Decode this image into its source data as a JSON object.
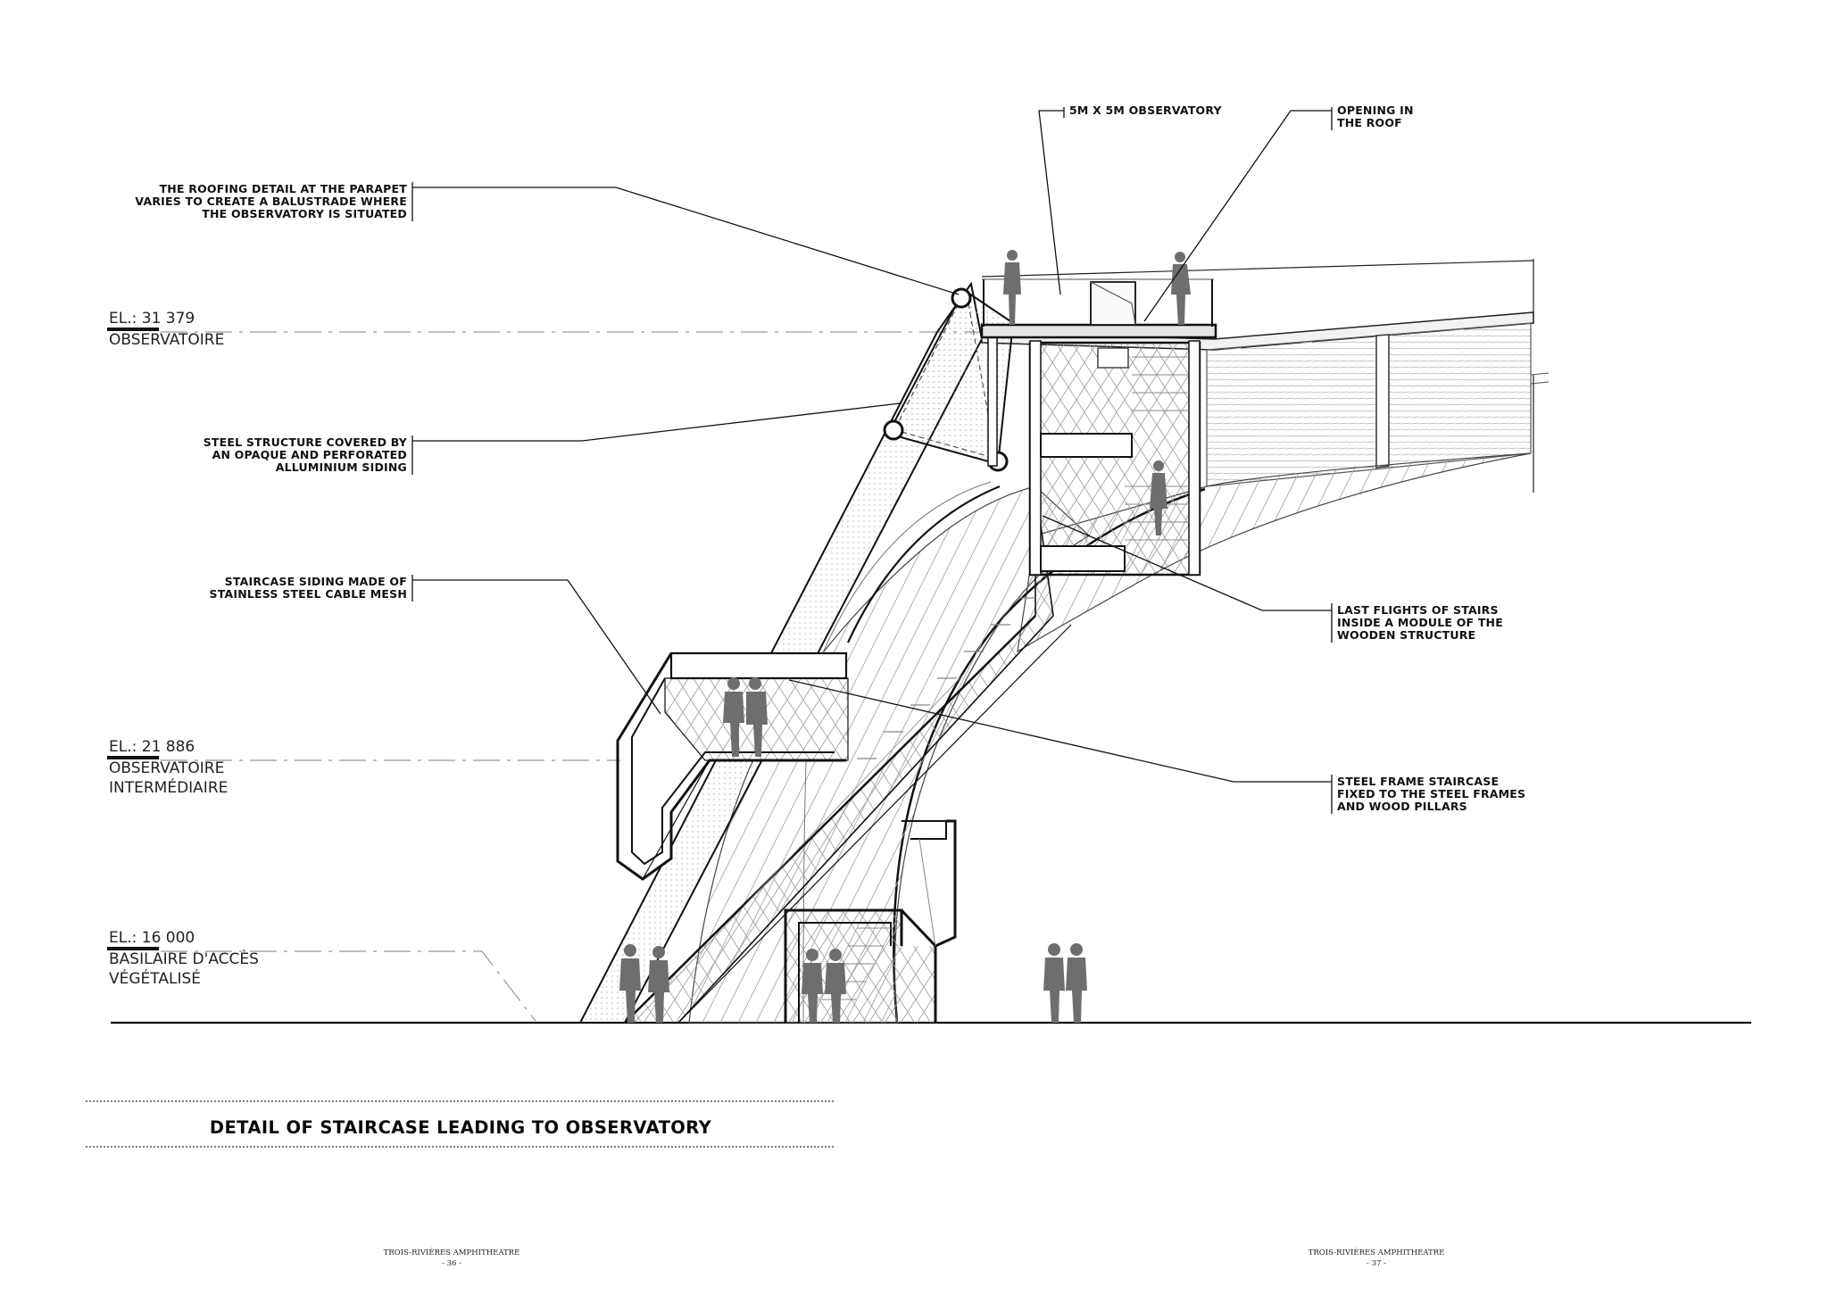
{
  "title": "DETAIL OF STAIRCASE  LEADING TO OBSERVATORY",
  "elevations": [
    {
      "level": "EL.: 31 379",
      "name_lines": [
        "OBSERVATOIRE"
      ]
    },
    {
      "level": "EL.: 21 886",
      "name_lines": [
        "OBSERVATOIRE",
        "INTERMÉDIAIRE"
      ]
    },
    {
      "level": "EL.: 16 000",
      "name_lines": [
        "BASILAIRE D'ACCÈS",
        "VÉGÉTALISÉ"
      ]
    }
  ],
  "left_labels": [
    {
      "lines": [
        "THE ROOFING DETAIL AT THE PARAPET",
        "VARIES TO CREATE A BALUSTRADE WHERE",
        "THE OBSERVATORY IS SITUATED"
      ]
    },
    {
      "lines": [
        "STEEL STRUCTURE COVERED BY",
        "AN OPAQUE AND PERFORATED",
        "ALLUMINIUM SIDING"
      ]
    },
    {
      "lines": [
        "STAIRCASE SIDING MADE OF",
        "STAINLESS STEEL CABLE MESH"
      ]
    }
  ],
  "top_labels": [
    {
      "lines": [
        "5M X 5M OBSERVATORY"
      ]
    },
    {
      "lines": [
        "OPENING IN",
        "THE ROOF"
      ]
    }
  ],
  "right_labels": [
    {
      "lines": [
        "LAST FLIGHTS OF STAIRS",
        "INSIDE A MODULE OF THE",
        "WOODEN STRUCTURE"
      ]
    },
    {
      "lines": [
        "STEEL FRAME STAIRCASE",
        "FIXED TO THE STEEL FRAMES",
        "AND WOOD PILLARS"
      ]
    }
  ],
  "footers": [
    {
      "name": "TROIS-RIVIÈRES AMPHITHEATRE",
      "page": "- 36 -"
    },
    {
      "name": "TROIS-RIVIÈRES AMPHITHEATRE",
      "page": "- 37 -"
    }
  ]
}
